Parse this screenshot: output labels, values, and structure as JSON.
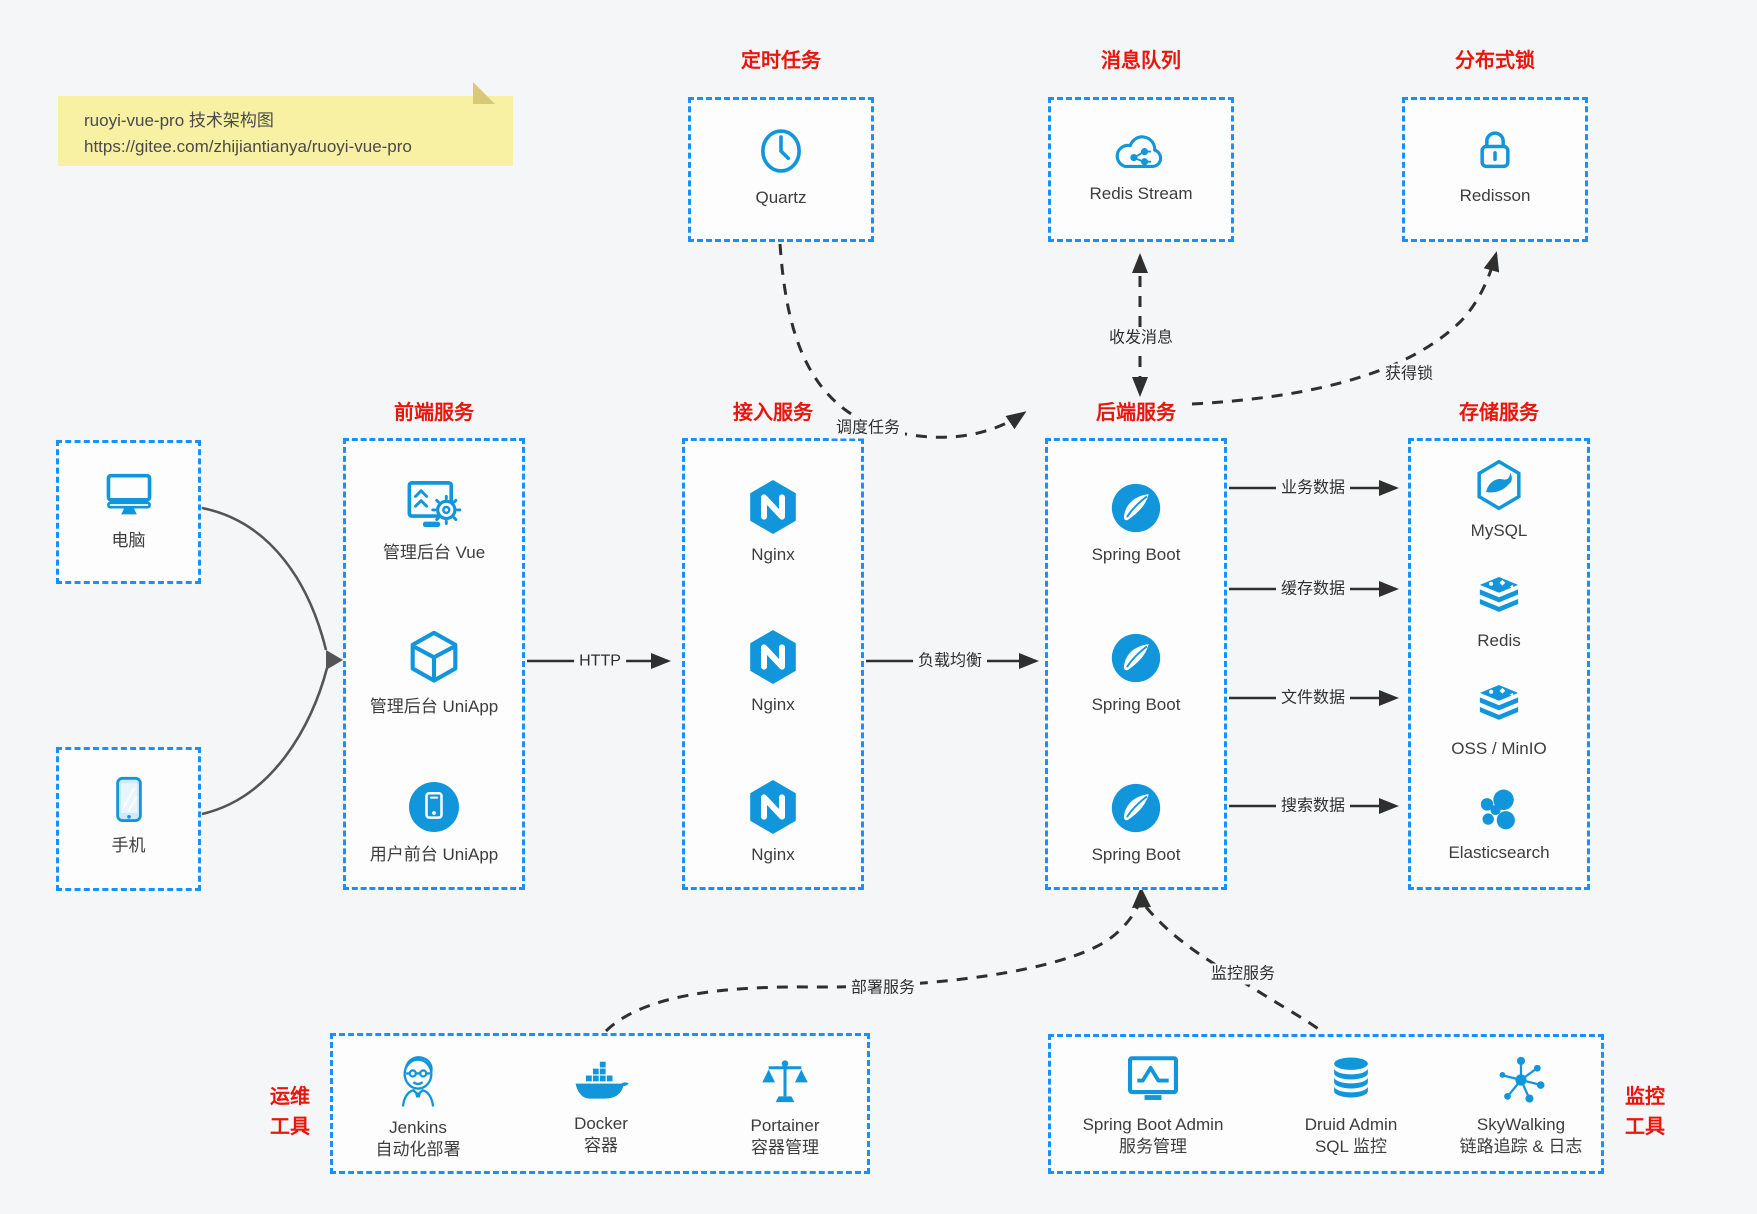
{
  "colors": {
    "background": "#f5f6f7",
    "box_border_blue": "#1890ff",
    "icon_blue": "#1296db",
    "red_label": "#e8160c",
    "note_bg": "#f8f0a2",
    "arrow_dark": "#2f2f2f",
    "arrow_gray": "#555555"
  },
  "note": {
    "line1": "ruoyi-vue-pro 技术架构图",
    "line2": "https://gitee.com/zhijiantianya/ruoyi-vue-pro"
  },
  "groups": {
    "timer": {
      "label": "定时任务",
      "item": "Quartz"
    },
    "mq": {
      "label": "消息队列",
      "item": "Redis Stream"
    },
    "lock": {
      "label": "分布式锁",
      "item": "Redisson"
    },
    "clients": {
      "items": [
        "电脑",
        "手机"
      ]
    },
    "frontend": {
      "label": "前端服务",
      "items": [
        "管理后台 Vue",
        "管理后台 UniApp",
        "用户前台 UniApp"
      ]
    },
    "gateway": {
      "label": "接入服务",
      "items": [
        "Nginx",
        "Nginx",
        "Nginx"
      ]
    },
    "backend": {
      "label": "后端服务",
      "items": [
        "Spring Boot",
        "Spring Boot",
        "Spring Boot"
      ]
    },
    "storage": {
      "label": "存储服务",
      "items": [
        "MySQL",
        "Redis",
        "OSS / MinIO",
        "Elasticsearch"
      ]
    },
    "ops": {
      "label_lines": [
        "运维",
        "工具"
      ],
      "items": [
        {
          "name": "Jenkins",
          "desc": "自动化部署"
        },
        {
          "name": "Docker",
          "desc": "容器"
        },
        {
          "name": "Portainer",
          "desc": "容器管理"
        }
      ]
    },
    "monitoring": {
      "label_lines": [
        "监控",
        "工具"
      ],
      "items": [
        {
          "name": "Spring Boot Admin",
          "desc": "服务管理"
        },
        {
          "name": "Druid Admin",
          "desc": "SQL 监控"
        },
        {
          "name": "SkyWalking",
          "desc": "链路追踪 & 日志"
        }
      ]
    }
  },
  "edges": {
    "http": "HTTP",
    "load_balance": "负载均衡",
    "business_data": "业务数据",
    "cache_data": "缓存数据",
    "file_data": "文件数据",
    "search_data": "搜索数据",
    "schedule_job": "调度任务",
    "send_receive_message": "收发消息",
    "acquire_lock": "获得锁",
    "deploy_service": "部署服务",
    "monitor_service": "监控服务"
  }
}
